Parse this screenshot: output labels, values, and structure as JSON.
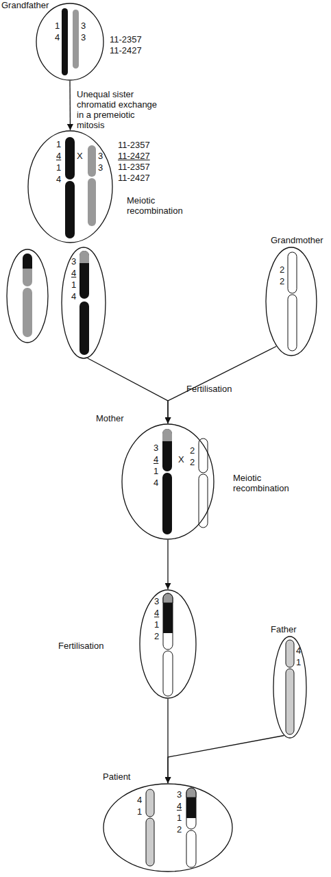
{
  "diagram": {
    "nodes": [
      {
        "text": [
          "Grandfather",
          "1",
          "4",
          "3",
          "3"
        ]
      },
      {
        "text": [
          "1",
          "4",
          "1",
          "4",
          "X",
          "3",
          "3"
        ]
      },
      {
        "text": [
          "3",
          "4",
          "1",
          "4"
        ]
      },
      {
        "text": [
          "Grandmother",
          "2",
          "2"
        ]
      },
      {
        "text": [
          "Mother",
          "3",
          "4",
          "1",
          "4",
          "X",
          "2",
          "2"
        ]
      },
      {
        "text": [
          "3",
          "4",
          "1",
          "2"
        ]
      },
      {
        "text": [
          "Father",
          "4",
          "1"
        ]
      },
      {
        "text": [
          "Patient",
          "4",
          "1",
          "3",
          "4",
          "1",
          "2"
        ]
      }
    ],
    "edges": [
      {
        "from": 0,
        "to": 1,
        "arrow": "to",
        "label": "Unequal sister chromatid exchange in a premeiotic mitosis"
      },
      {
        "from": 2,
        "to": 4,
        "arrow": "to"
      },
      {
        "from": 3,
        "to": 4,
        "arrow": "to"
      },
      {
        "from": 4,
        "to": 5,
        "arrow": "to"
      },
      {
        "from": 5,
        "to": 7,
        "arrow": "to"
      },
      {
        "from": 6,
        "to": 7,
        "arrow": "to"
      }
    ],
    "labels": [
      "11-2357",
      "11-2427",
      "11-2357",
      "11-2427",
      "11-2357",
      "11-2427",
      "Meiotic recombination",
      "Fertilisation",
      "Meiotic recombination",
      "Fertilisation"
    ]
  }
}
